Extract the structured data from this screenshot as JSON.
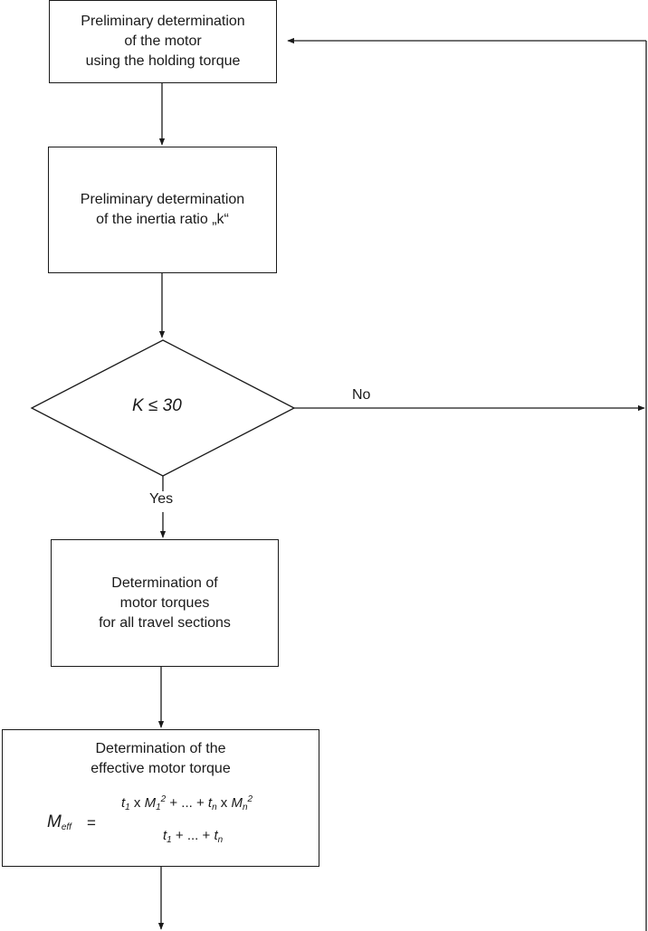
{
  "boxes": {
    "motor_holding_torque": {
      "lines": [
        "Preliminary determination",
        "of the motor",
        "using the holding torque"
      ]
    },
    "inertia_ratio": {
      "lines": [
        "Preliminary determination",
        "of the inertia ratio „k“"
      ]
    },
    "motor_torques": {
      "lines": [
        "Determination of",
        "motor torques",
        "for all travel sections"
      ]
    },
    "effective_torque": {
      "lines": [
        "Determination of the",
        "effective motor torque"
      ]
    }
  },
  "decision": {
    "condition": "K ≤ 30",
    "yes_label": "Yes",
    "no_label": "No"
  },
  "formula": {
    "lhs": "M",
    "lhs_sub": "eff",
    "equals": "=",
    "num_t1": "t",
    "num_t1_sub": "1",
    "times1": " x ",
    "num_M1": "M",
    "num_M1_sub": "1",
    "num_M1_sup": "2",
    "plus_dots_plus": " + ... + ",
    "num_tn": "t",
    "num_tn_sub": "n",
    "times2": " x ",
    "num_Mn": "M",
    "num_Mn_sub": "n",
    "num_Mn_sup": "2",
    "den_t1": "t",
    "den_t1_sub": "1",
    "den_plus": " + ... + ",
    "den_tn": "t",
    "den_tn_sub": "n"
  }
}
